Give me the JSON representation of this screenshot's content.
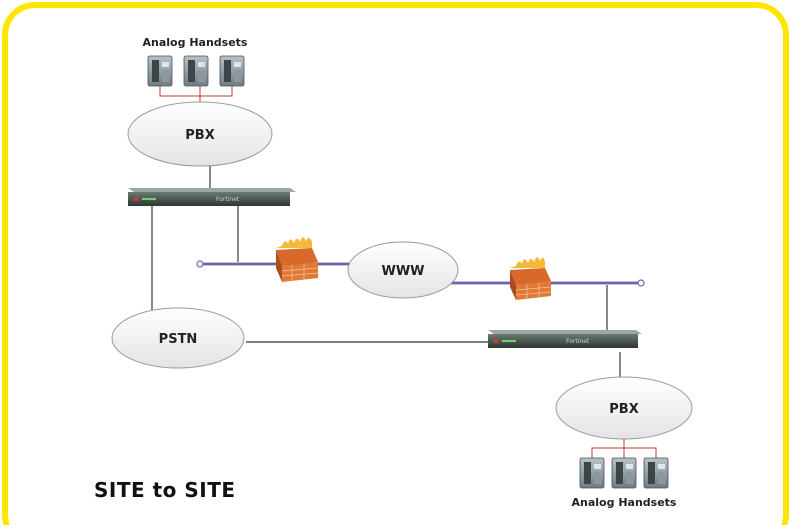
{
  "title": "SITE to SITE",
  "labels": {
    "handsets_top": "Analog Handsets",
    "handsets_bottom": "Analog Handsets",
    "pbx_top": "PBX",
    "pbx_bottom": "PBX",
    "www": "WWW",
    "pstn": "PSTN",
    "gateway_brand": "Fortinet"
  },
  "colors": {
    "frame": "#ffe600",
    "node_fill": "#f2f2f2",
    "node_stroke": "#9a9a9a",
    "link": "#555555",
    "wan_link": "#8c86c9",
    "firewall": "#e07a35",
    "handset_wire": "#c0392b",
    "gateway": "#3f4a45"
  },
  "icons": {
    "firewall": "firewall-icon",
    "gateway": "voip-gateway-icon",
    "handset": "phone-icon"
  }
}
